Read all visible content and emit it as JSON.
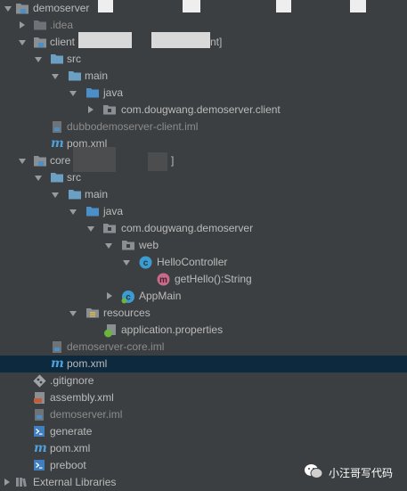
{
  "tree": {
    "demoserver": "demoserver",
    "idea": ".idea",
    "client_module": "client",
    "client_suffix": "nt]",
    "client_src": "src",
    "client_main": "main",
    "client_java": "java",
    "client_package": "com.dougwang.demoserver.client",
    "client_iml": "dubbodemoserver-client.iml",
    "client_pom": "pom.xml",
    "core_module": "core",
    "core_suffix": "]",
    "core_src": "src",
    "core_main": "main",
    "core_java": "java",
    "core_package": "com.dougwang.demoserver",
    "web": "web",
    "hello_controller": "HelloController",
    "get_hello": "getHello():String",
    "app_main": "AppMain",
    "resources": "resources",
    "app_props": "application.properties",
    "core_iml": "demoserver-core.iml",
    "core_pom": "pom.xml",
    "gitignore": ".gitignore",
    "assembly": "assembly.xml",
    "root_iml": "demoserver.iml",
    "generate": "generate",
    "root_pom": "pom.xml",
    "preboot": "preboot",
    "external_libs": "External Libraries"
  },
  "watermark": {
    "text": "小汪哥写代码"
  },
  "colors": {
    "background": "#3c3f41",
    "selection": "#0d293e",
    "folder": "#6b9fc4",
    "source_folder": "#4b8fc9",
    "class_badge": "#3d9ccf",
    "method_badge": "#c76b8b",
    "maven": "#4f9fd9"
  }
}
